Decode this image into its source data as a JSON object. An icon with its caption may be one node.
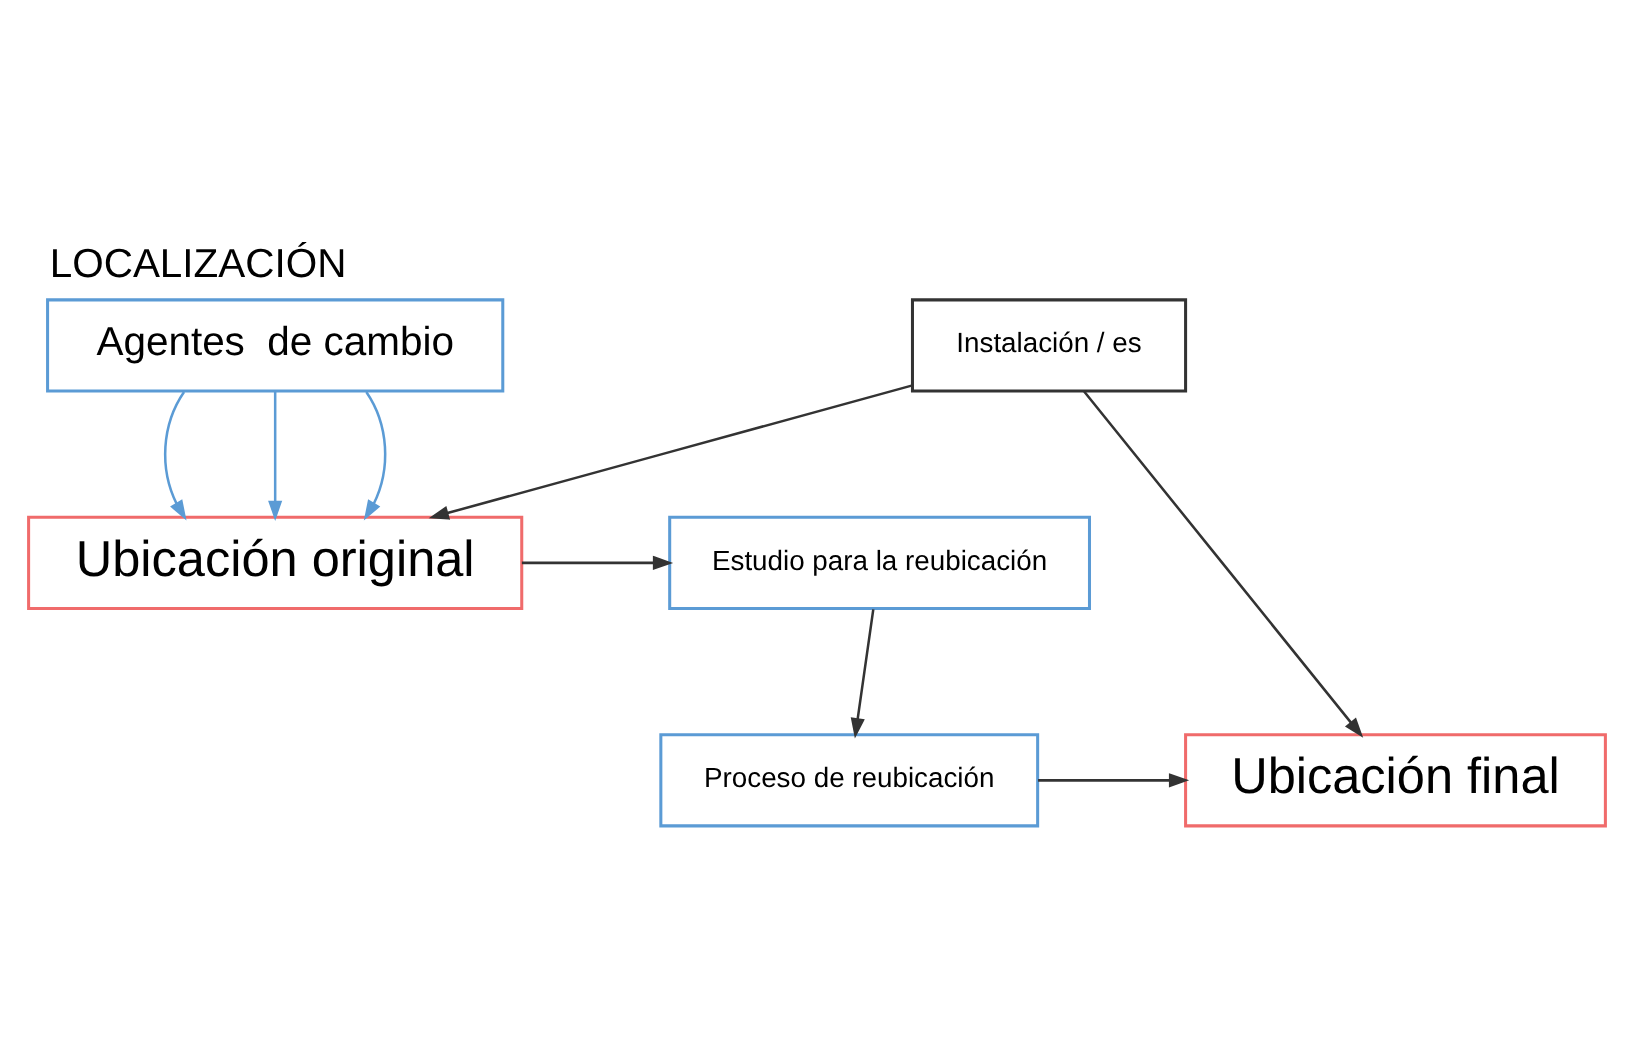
{
  "diagram": {
    "title": "LOCALIZACIÓN",
    "nodes": [
      {
        "text": [
          "Agentes  de cambio"
        ]
      },
      {
        "text": [
          "Ubicación original"
        ]
      },
      {
        "text": [
          "Estudio para la reubicación"
        ]
      },
      {
        "text": [
          "Instalación / es"
        ]
      },
      {
        "text": [
          "Proceso de reubicación"
        ]
      },
      {
        "text": [
          "Ubicación final"
        ]
      }
    ],
    "edges": [
      {
        "from": 0,
        "to": 1,
        "arrow": "to",
        "color": "#5b9bd5"
      },
      {
        "from": 0,
        "to": 1,
        "arrow": "to",
        "color": "#5b9bd5"
      },
      {
        "from": 0,
        "to": 1,
        "arrow": "to",
        "color": "#5b9bd5"
      },
      {
        "from": 1,
        "to": 2,
        "arrow": "to"
      },
      {
        "from": 2,
        "to": 4,
        "arrow": "to"
      },
      {
        "from": 4,
        "to": 5,
        "arrow": "to"
      },
      {
        "from": 3,
        "to": 1,
        "arrow": "to"
      },
      {
        "from": 3,
        "to": 5,
        "arrow": "to"
      }
    ]
  }
}
